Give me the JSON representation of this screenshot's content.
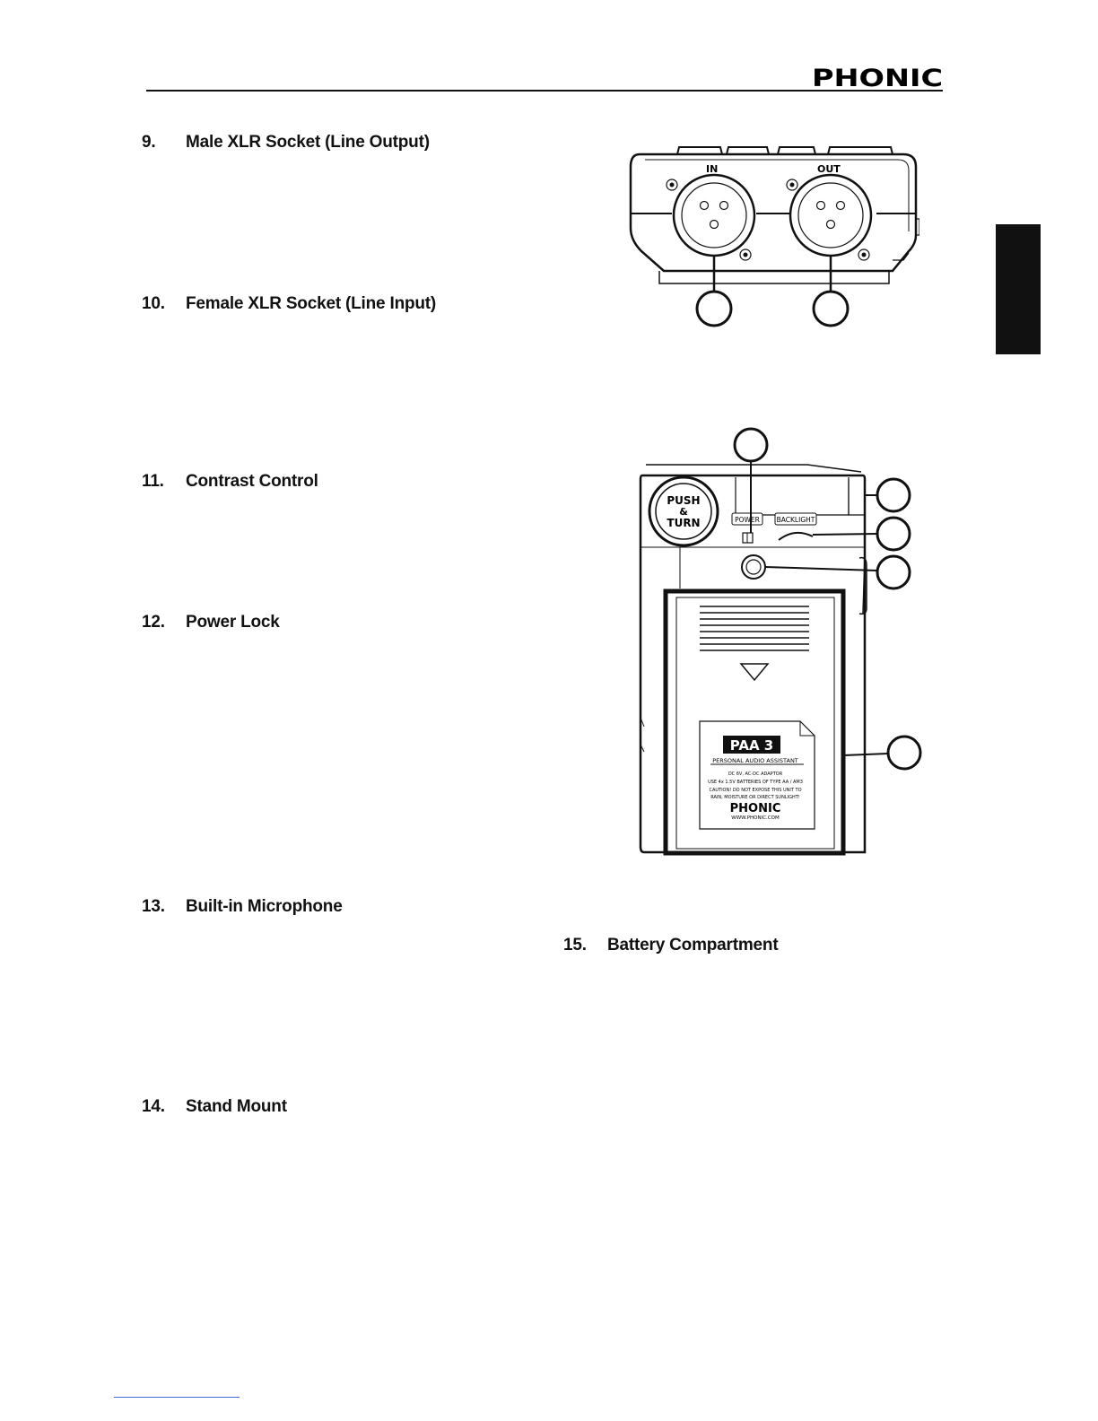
{
  "header": {
    "brand": "PHONIC"
  },
  "items": [
    {
      "num": "9.",
      "title": "Male XLR Socket (Line Output)"
    },
    {
      "num": "10.",
      "title": "Female XLR Socket (Line Input)"
    },
    {
      "num": "11.",
      "title": "Contrast Control"
    },
    {
      "num": "12.",
      "title": "Power Lock"
    },
    {
      "num": "13.",
      "title": "Built-in Microphone"
    },
    {
      "num": "14.",
      "title": "Stand Mount"
    },
    {
      "num": "15.",
      "title": "Battery Compartment"
    }
  ],
  "figure_top": {
    "in_label": "IN",
    "out_label": "OUT"
  },
  "figure_back": {
    "knob_line1": "PUSH",
    "knob_line2": "&",
    "knob_line3": "TURN",
    "power_label": "POWER",
    "backlight_label": "BACKLIGHT",
    "sticker_logo": "PAA 3",
    "sticker_subtitle": "PERSONAL AUDIO ASSISTANT",
    "sticker_line1": "DC 6V, AC-DC ADAPTOR",
    "sticker_line2": "USE 4x 1.5V BATTERIES OF TYPE AA / AM3",
    "sticker_line3": "CAUTION! DO NOT EXPOSE THIS UNIT TO",
    "sticker_line4": "RAIN, MOISTURE OR DIRECT SUNLIGHT!",
    "sticker_brand": "PHONIC",
    "sticker_url": "WWW.PHONIC.COM"
  }
}
